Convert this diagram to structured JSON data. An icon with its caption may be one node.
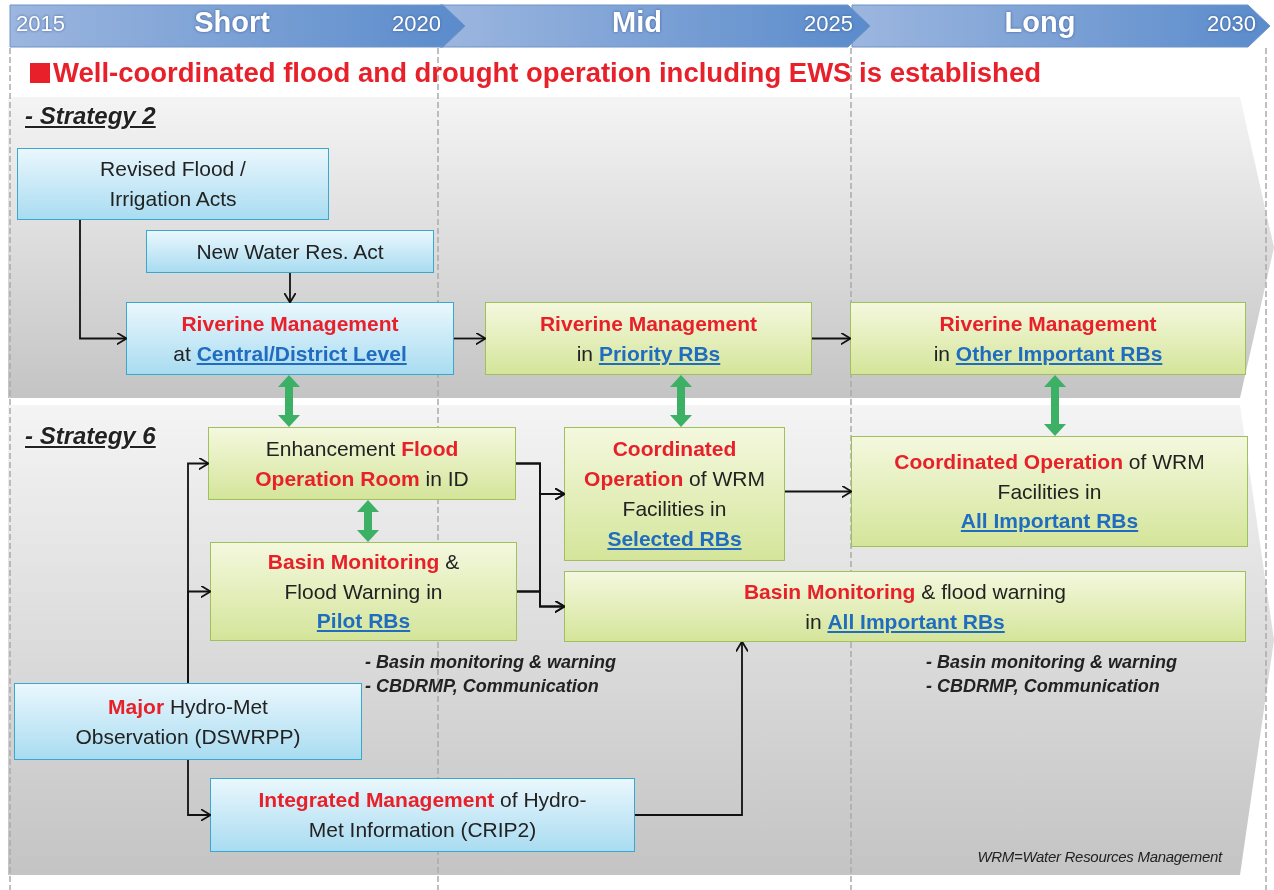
{
  "diagram": {
    "title": "Well-coordinated flood and drought operation including EWS is established",
    "nodes": [
      {
        "text": [
          "- Strategy 2"
        ]
      },
      {
        "text": [
          "Revised Flood / Irrigation Acts"
        ],
        "in": 0
      },
      {
        "text": [
          "New Water Res. Act"
        ],
        "in": 0
      },
      {
        "text": [
          "**Riverine Management** at *Central/District Level*"
        ],
        "in": 0
      },
      {
        "text": [
          "**Riverine Management** in *Priority RBs*"
        ],
        "in": 0
      },
      {
        "text": [
          "**Riverine Management** in *Other Important RBs*"
        ],
        "in": 0
      },
      {
        "text": [
          "- Strategy 6"
        ]
      },
      {
        "text": [
          "Enhancement **Flood Operation Room** in ID"
        ],
        "in": 6
      },
      {
        "text": [
          "**Basin Monitoring** & Flood Warning in *Pilot RBs*"
        ],
        "in": 6
      },
      {
        "text": [
          "**Coordinated Operation** of WRM Facilities in *Selected RBs*"
        ],
        "in": 6
      },
      {
        "text": [
          "**Coordinated Operation** of WRM Facilities in *All Important RBs*"
        ],
        "in": 6
      },
      {
        "text": [
          "**Basin Monitoring** & flood warning in *All Important RBs*"
        ],
        "in": 6
      },
      {
        "text": [
          "**Major** Hydro-Met Observation (DSWRPP)"
        ],
        "in": 6
      },
      {
        "text": [
          "**Integrated Management** of Hydro-Met Information (CRIP2)"
        ],
        "in": 6
      }
    ],
    "edges": [
      {
        "from": 1,
        "to": 3,
        "arrow": "to"
      },
      {
        "from": 2,
        "to": 3,
        "arrow": "to"
      },
      {
        "from": 3,
        "to": 4,
        "arrow": "to"
      },
      {
        "from": 4,
        "to": 5,
        "arrow": "to"
      },
      {
        "from": 3,
        "to": 7,
        "arrow": "both",
        "style": "thick",
        "color": "#3cb064"
      },
      {
        "from": 4,
        "to": 9,
        "arrow": "both",
        "style": "thick",
        "color": "#3cb064"
      },
      {
        "from": 5,
        "to": 10,
        "arrow": "both",
        "style": "thick",
        "color": "#3cb064"
      },
      {
        "from": 7,
        "to": 8,
        "arrow": "both",
        "style": "thick",
        "color": "#3cb064"
      },
      {
        "from": 12,
        "to": 7,
        "arrow": "to"
      },
      {
        "from": 12,
        "to": 8,
        "arrow": "to"
      },
      {
        "from": 12,
        "to": 13,
        "arrow": "to"
      },
      {
        "from": 7,
        "to": 9,
        "arrow": "to"
      },
      {
        "from": 7,
        "to": 11,
        "arrow": "to"
      },
      {
        "from": 8,
        "to": 9,
        "arrow": "to"
      },
      {
        "from": 8,
        "to": 11,
        "arrow": "to"
      },
      {
        "from": 9,
        "to": 10,
        "arrow": "to"
      },
      {
        "from": 13,
        "to": 11,
        "arrow": "to"
      }
    ],
    "labels": [
      "2015",
      "Short",
      "2020",
      "Mid",
      "2025",
      "Long",
      "2030",
      "- Basin monitoring & warning",
      "- CBDRMP, Communication",
      "- Basin monitoring & warning",
      "- CBDRMP, Communication",
      "WRM=Water Resources Management"
    ]
  }
}
